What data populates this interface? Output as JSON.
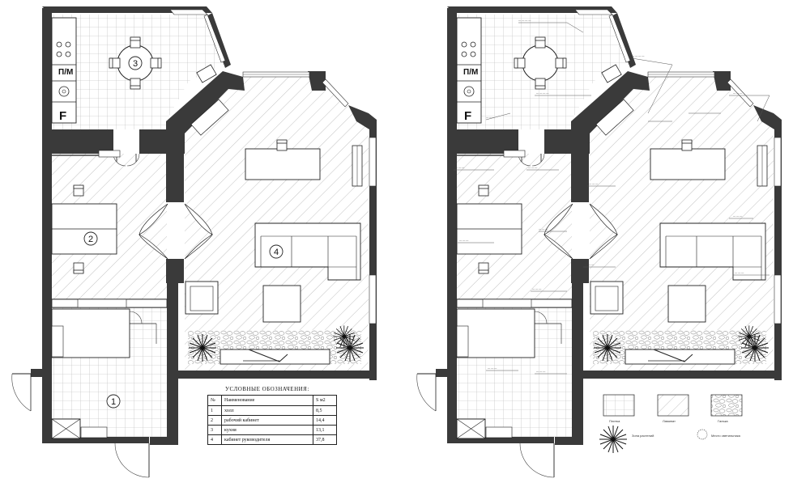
{
  "plan": {
    "kitchen_tags": {
      "washer": "П/М",
      "fridge": "F"
    },
    "rooms": [
      {
        "number": "1"
      },
      {
        "number": "2"
      },
      {
        "number": "3"
      },
      {
        "number": "4"
      }
    ]
  },
  "legend": {
    "title": "УСЛОВНЫЕ ОБОЗНАЧЕНИЯ:",
    "headers": {
      "num": "№",
      "name": "Наименование",
      "area": "S м2"
    },
    "rows": [
      {
        "num": "1",
        "name": "холл",
        "area": "8,5"
      },
      {
        "num": "2",
        "name": "рабочий кабинет",
        "area": "14,4"
      },
      {
        "num": "3",
        "name": "кухня",
        "area": "13,1"
      },
      {
        "num": "4",
        "name": "кабинет руководителя",
        "area": "37,8"
      }
    ]
  },
  "finish_legend": {
    "tile": "Плитка",
    "laminate": "Ламинат",
    "stone": "Галька",
    "plants": "Зона растений",
    "lamp": "Место светильника"
  }
}
